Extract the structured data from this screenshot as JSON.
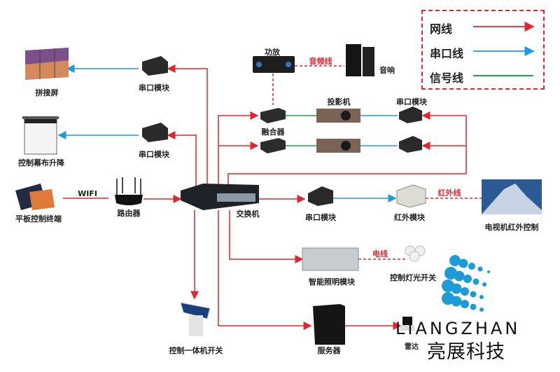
{
  "colors": {
    "network": "#e3262e",
    "serial": "#1e9be0",
    "signal": "#1fa34a",
    "logo_blue": "#1c9bd6"
  },
  "legend": {
    "items": [
      {
        "label": "网线",
        "type": "network"
      },
      {
        "label": "串口线",
        "type": "serial"
      },
      {
        "label": "信号线",
        "type": "signal"
      }
    ]
  },
  "devices": {
    "video_wall": "拼接屏",
    "serial_module_1": "串口模块",
    "projection_screen": "控制幕布升降",
    "serial_module_2": "串口模块",
    "tablet": "平板控制终端",
    "wifi": "WIFI",
    "router": "路由器",
    "switch": "交换机",
    "amplifier": "功放",
    "audio_line": "音频线",
    "speaker": "音响",
    "projector": "投影机",
    "serial_module_3": "串口模块",
    "fusion": "融合器",
    "serial_module_4": "串口模块",
    "ir_module": "红外模块",
    "ir_line": "红外线",
    "tv": "电视机红外控制",
    "lighting_module": "智能照明模块",
    "power_line": "电线",
    "lamp": "控制灯光开关",
    "kiosk": "控制一体机开关",
    "server": "服务器",
    "radar": "雷达"
  },
  "logo": {
    "latin": "LIANGZHAN",
    "chinese": "亮展科技"
  }
}
